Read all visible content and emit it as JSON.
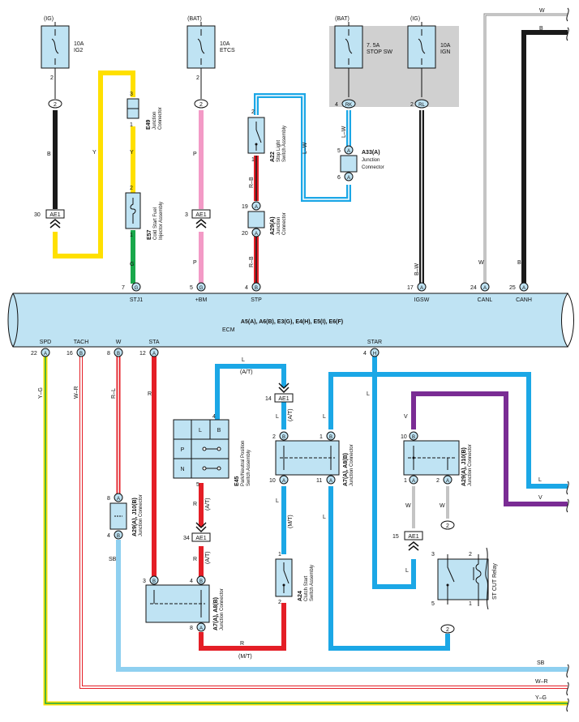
{
  "ecm": {
    "title": "A5(A), A6(B), E3(G), E4(H), E5(I), E6(F)",
    "subtitle": "ECM",
    "top_pins": [
      {
        "num": "7",
        "letter": "G",
        "label": "STJ1"
      },
      {
        "num": "5",
        "letter": "G",
        "label": "+BM"
      },
      {
        "num": "4",
        "letter": "B",
        "label": "STP"
      },
      {
        "num": "17",
        "letter": "A",
        "label": "IGSW"
      },
      {
        "num": "24",
        "letter": "A",
        "label": "CANL"
      },
      {
        "num": "25",
        "letter": "A",
        "label": "CANH"
      }
    ],
    "bottom_pins": [
      {
        "num": "22",
        "letter": "A",
        "label": "SPD"
      },
      {
        "num": "16",
        "letter": "B",
        "label": "TACH"
      },
      {
        "num": "8",
        "letter": "B",
        "label": "W"
      },
      {
        "num": "12",
        "letter": "A",
        "label": "STA"
      },
      {
        "num": "4",
        "letter": "H",
        "label": "STAR"
      }
    ]
  },
  "fuses": [
    {
      "source": "(IG)",
      "rating": "10A",
      "name": "IG2",
      "pin": "2"
    },
    {
      "source": "(BAT)",
      "rating": "10A",
      "name": "ETCS",
      "pin": "2"
    },
    {
      "source": "(BAT)",
      "rating": "7. 5A",
      "name": "STOP SW",
      "pin": "4"
    },
    {
      "source": "(IG)",
      "rating": "10A",
      "name": "IGN",
      "pin": "2"
    }
  ],
  "connectors": {
    "ig2": "2",
    "etcs": "2",
    "rk": "RK",
    "rl": "RL",
    "ae1": "AE1",
    "ae1_pin30": "30",
    "ae1_pin3": "3",
    "ae1_pin14": "14",
    "ae1_pin34": "34",
    "ae1_pin15": "15"
  },
  "components": {
    "e49": {
      "code": "E49",
      "name": "Junction",
      "name2": "Connector",
      "pin_top": "3",
      "pin_bot": "1"
    },
    "e57": {
      "code": "E57",
      "name": "Cold Start Fuel",
      "name2": "Injector Assembly",
      "pin_top": "2",
      "pin_bot": "1"
    },
    "a22": {
      "code": "A22",
      "name": "Stop Light",
      "name2": "Switch Assembly",
      "pin_top": "2",
      "pin_bot": "1"
    },
    "a29a": {
      "code": "A29(A)",
      "name": "Junction",
      "name2": "Connector",
      "pin_top": "19",
      "pin_bot": "20"
    },
    "a33a": {
      "code": "A33(A)",
      "name": "Junction",
      "name2": "Connector",
      "pin_top": "5",
      "pin_bot": "6"
    },
    "e45": {
      "code": "E45",
      "name": "Park/Neutral Position",
      "name2": "Switch Assembly",
      "pin_top": "4",
      "pin_bot": "5",
      "cells": [
        "L",
        "B",
        "P",
        "N"
      ]
    },
    "a7a8_mid": {
      "code": "A7(A), A8(B)",
      "name": "Junction Connector",
      "p1": "2",
      "p2": "1",
      "p3": "10",
      "p4": "11"
    },
    "a29j10_right": {
      "code": "A29(A), J10(B)",
      "name": "Junction Connector",
      "p1": "10",
      "p2": "1",
      "p3": "2"
    },
    "a29j10_left": {
      "code": "A29(A), J10(B)",
      "name": "Junction Connector",
      "pin_top": "8",
      "pin_bot": "4"
    },
    "a7a8_low": {
      "code": "A7(A), A8(B)",
      "name": "Junction Connector",
      "p1": "3",
      "p2": "4",
      "p3": "8"
    },
    "a24": {
      "code": "A24",
      "name": "Clutch Start",
      "name2": "Switch Assembly",
      "pin_top": "1",
      "pin_bot": "2"
    },
    "st_cut": {
      "name": "ST CUT Relay",
      "p3": "3",
      "p2": "2",
      "p5": "5",
      "p1": "1",
      "conn": "2"
    }
  },
  "wires": {
    "B": "B",
    "Y": "Y",
    "G": "G",
    "P": "P",
    "R_B": "R–B",
    "L_W": "L–W",
    "B_W": "B–W",
    "W": "W",
    "L": "L",
    "R": "R",
    "V": "V",
    "SB": "SB",
    "W_R": "W–R",
    "Y_G": "Y–G",
    "R_L": "R–L"
  },
  "annotations": {
    "at": "(A/T)",
    "mt": "(M/T)"
  },
  "colors": {
    "yellow": "#ffe000",
    "green": "#19a84b",
    "pink": "#f39ac6",
    "black": "#1a1a1a",
    "cyan": "#1ba7e6",
    "light_blue": "#8fd0f0",
    "red": "#e41e26",
    "purple": "#7a2c94",
    "ecm_fill": "#bfe3f3",
    "shade": "#d0d0d0"
  }
}
